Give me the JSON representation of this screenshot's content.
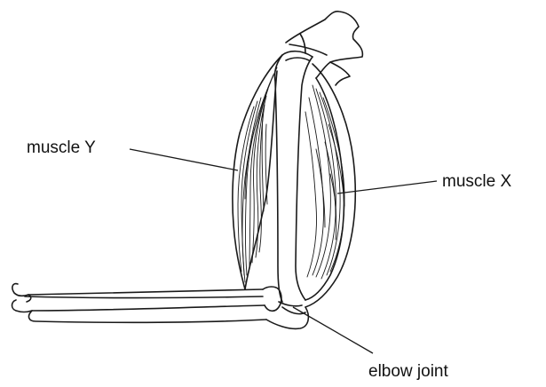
{
  "labels": {
    "muscle_y": "muscle Y",
    "muscle_x": "muscle X",
    "elbow_joint": "elbow joint"
  },
  "colors": {
    "ink": "#1a1a1a",
    "background": "#ffffff"
  }
}
